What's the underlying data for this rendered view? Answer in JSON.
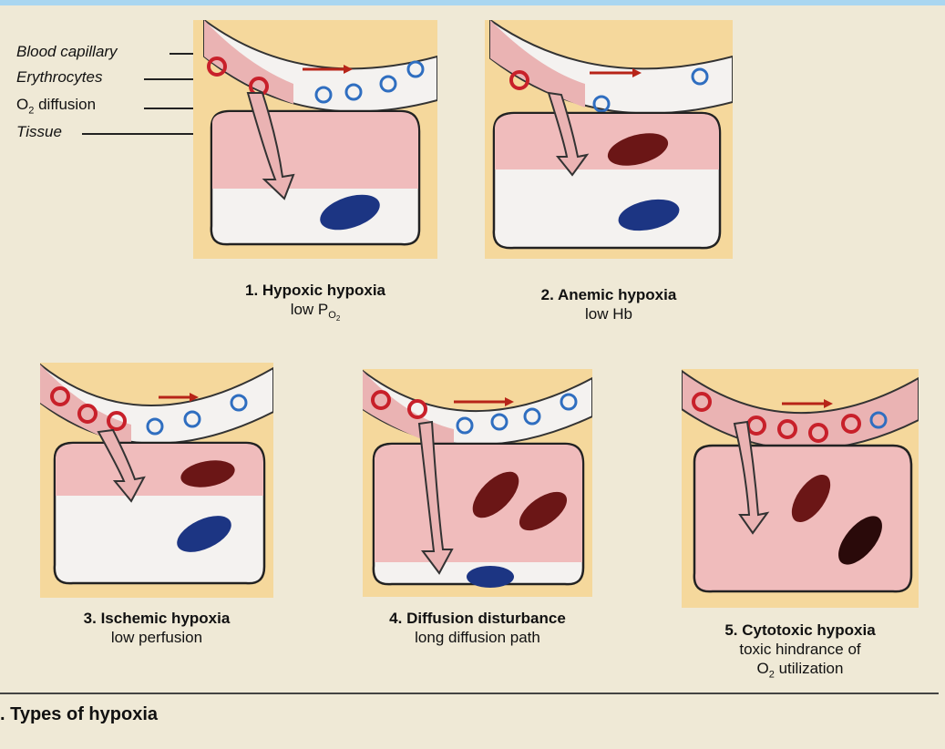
{
  "figure_title": ". Types of hypoxia",
  "legend": {
    "blood_capillary": "Blood capillary",
    "erythrocytes": "Erythrocytes",
    "o2_diffusion": "O",
    "o2_sub": "2",
    "o2_rest": " diffusion",
    "tissue": "Tissue"
  },
  "panels": [
    {
      "title": "1. Hypoxic hypoxia",
      "sub": "low P",
      "sub_index": "O",
      "sub_index2": "2"
    },
    {
      "title": "2. Anemic hypoxia",
      "sub": "low Hb"
    },
    {
      "title": "3. Ischemic hypoxia",
      "sub": "low perfusion"
    },
    {
      "title": "4. Diffusion disturbance",
      "sub": "long diffusion path"
    },
    {
      "title": "5. Cytotoxic hypoxia",
      "sub": "toxic hindrance of",
      "sub2": "O",
      "sub2_index": "2",
      "sub2_rest": " utilization"
    }
  ],
  "colors": {
    "background": "#efe9d6",
    "panel_bg": "#f5d89c",
    "capillary_pink": "#eab3b3",
    "tissue_pink": "#f0bcbc",
    "tissue_white": "#f4f2f0",
    "oxygenated_rbc": "#c8202a",
    "deoxygenated_rbc": "#2f6ec0",
    "mitochondria_red": "#6b1616",
    "mitochondria_blue": "#1c3583",
    "arrow": "#e8a8a8",
    "flow_arrow": "#b72418"
  }
}
